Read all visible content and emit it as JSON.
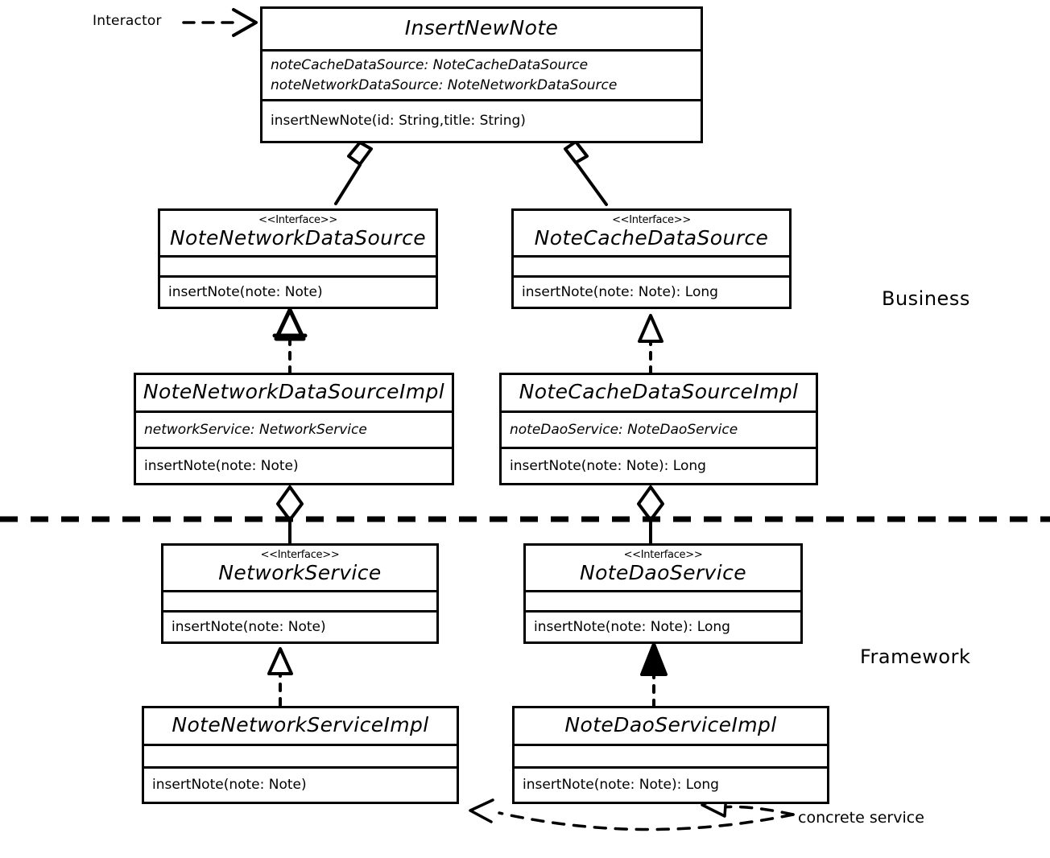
{
  "diagram": {
    "kind": "uml-class-diagram",
    "background": "#ffffff",
    "stroke_color": "#000000"
  },
  "annotations": {
    "interactor_label": "Interactor",
    "business_layer_label": "Business",
    "framework_layer_label": "Framework",
    "concrete_service_label": "concrete service"
  },
  "stereotype_text": "<<Interface>>",
  "classes": {
    "insert_new_note": {
      "name": "InsertNewNote",
      "stereotype": "",
      "attributes": [
        "noteCacheDataSource: NoteCacheDataSource",
        "noteNetworkDataSource: NoteNetworkDataSource"
      ],
      "operations": [
        "insertNewNote(id: String,title: String)"
      ]
    },
    "note_network_data_source": {
      "name": "NoteNetworkDataSource",
      "stereotype": "<<Interface>>",
      "attributes": [],
      "operations": [
        "insertNote(note: Note)"
      ]
    },
    "note_cache_data_source": {
      "name": "NoteCacheDataSource",
      "stereotype": "<<Interface>>",
      "attributes": [],
      "operations": [
        "insertNote(note: Note): Long"
      ]
    },
    "note_network_data_source_impl": {
      "name": "NoteNetworkDataSourceImpl",
      "stereotype": "",
      "attributes": [
        "networkService: NetworkService"
      ],
      "operations": [
        "insertNote(note: Note)"
      ]
    },
    "note_cache_data_source_impl": {
      "name": "NoteCacheDataSourceImpl",
      "stereotype": "",
      "attributes": [
        "noteDaoService: NoteDaoService"
      ],
      "operations": [
        "insertNote(note: Note): Long"
      ]
    },
    "network_service": {
      "name": "NetworkService",
      "stereotype": "<<Interface>>",
      "attributes": [],
      "operations": [
        "insertNote(note: Note)"
      ]
    },
    "note_dao_service": {
      "name": "NoteDaoService",
      "stereotype": "<<Interface>>",
      "attributes": [],
      "operations": [
        "insertNote(note: Note): Long"
      ]
    },
    "note_network_service_impl": {
      "name": "NoteNetworkServiceImpl",
      "stereotype": "",
      "attributes": [],
      "operations": [
        "insertNote(note: Note)"
      ]
    },
    "note_dao_service_impl": {
      "name": "NoteDaoServiceImpl",
      "stereotype": "",
      "attributes": [],
      "operations": [
        "insertNote(note: Note): Long"
      ]
    }
  },
  "relationships": [
    {
      "type": "aggregation",
      "from": "insert_new_note",
      "to": "note_network_data_source"
    },
    {
      "type": "aggregation",
      "from": "insert_new_note",
      "to": "note_cache_data_source"
    },
    {
      "type": "realization",
      "from": "note_network_data_source_impl",
      "to": "note_network_data_source"
    },
    {
      "type": "realization",
      "from": "note_cache_data_source_impl",
      "to": "note_cache_data_source"
    },
    {
      "type": "aggregation",
      "from": "note_network_data_source_impl",
      "to": "network_service"
    },
    {
      "type": "aggregation",
      "from": "note_cache_data_source_impl",
      "to": "note_dao_service"
    },
    {
      "type": "realization",
      "from": "note_network_service_impl",
      "to": "network_service"
    },
    {
      "type": "realization",
      "from": "note_dao_service_impl",
      "to": "note_dao_service"
    },
    {
      "type": "dependency-note",
      "from": "concrete_service_label",
      "to": "note_network_service_impl"
    },
    {
      "type": "dependency-note",
      "from": "concrete_service_label",
      "to": "note_dao_service_impl"
    },
    {
      "type": "dependency-note",
      "from": "interactor_label",
      "to": "insert_new_note"
    }
  ]
}
